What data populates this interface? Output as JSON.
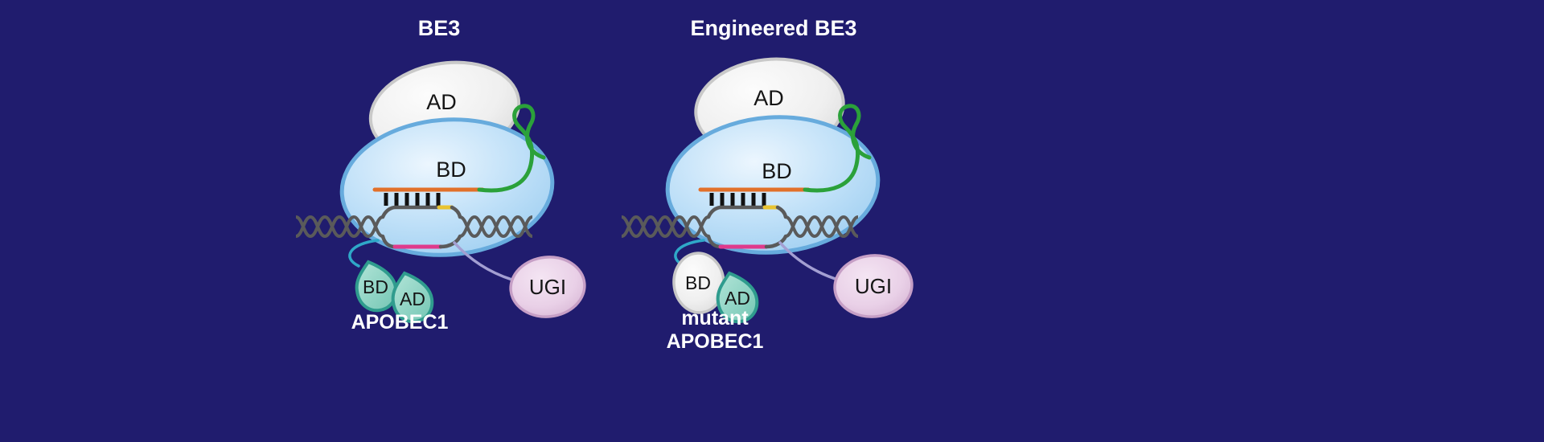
{
  "left": {
    "title": "BE3",
    "cas9_ad": "AD",
    "cas9_bd": "BD",
    "deaminase_bd": "BD",
    "deaminase_ad": "AD",
    "deaminase_name": "APOBEC1",
    "ugi": "UGI"
  },
  "right": {
    "title": "Engineered BE3",
    "cas9_ad": "AD",
    "cas9_bd": "BD",
    "deaminase_bd": "BD",
    "deaminase_ad": "AD",
    "deaminase_name_line1": "mutant",
    "deaminase_name_line2": "APOBEC1",
    "ugi": "UGI"
  },
  "colors": {
    "background": "#201c6e",
    "cas9_fill": "#bfe0f8",
    "cas9_stroke": "#67abdd",
    "ad_fill": "#efefef",
    "ad_stroke": "#c9c9c9",
    "sgrna_green": "#2ba13a",
    "guide_orange": "#e2702a",
    "dna_gray": "#5a5a5a",
    "pairing_black": "#111111",
    "edit_pink": "#e03a8c",
    "pam_yellow": "#e9c431",
    "deaminase_fill": "#8fd6c9",
    "deaminase_stroke": "#2f9c8e",
    "linker_teal": "#2fa8c8",
    "linker_purple": "#a39fd2",
    "ugi_fill": "#e9d0e7",
    "ugi_stroke": "#c69fc6",
    "title_text": "#ffffff",
    "label_text": "#151515"
  }
}
